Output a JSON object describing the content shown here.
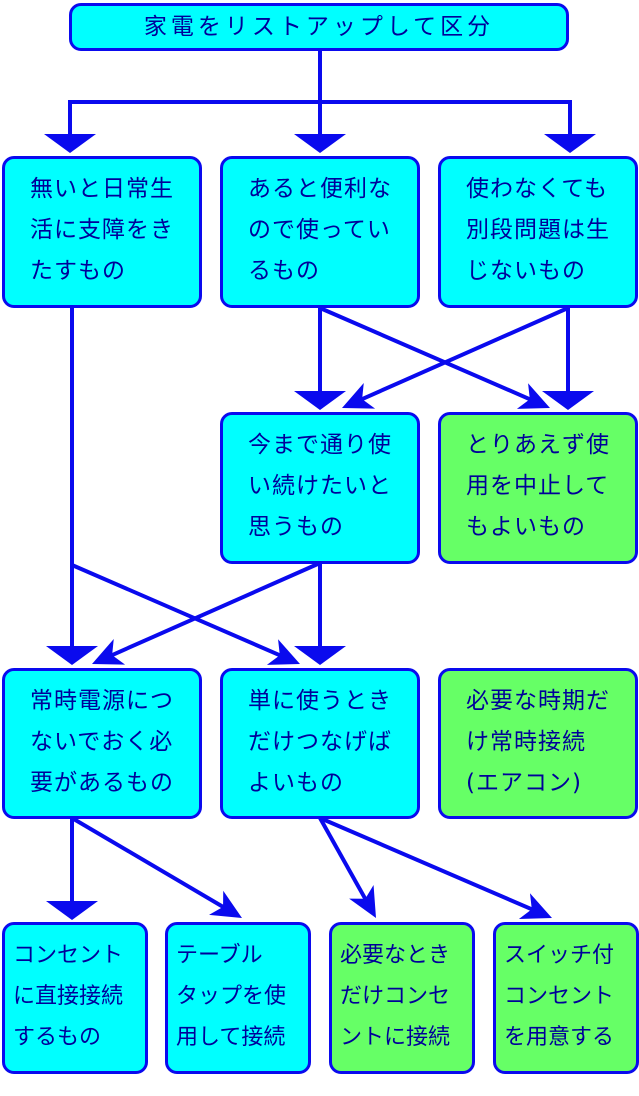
{
  "title": "家電をリストアップして区分",
  "colors": {
    "primary_fill": "#00ffff",
    "terminal_fill": "#66ff66",
    "border": "#0a0aee",
    "text": "#000099",
    "arrow": "#0a0aee"
  },
  "nodes": {
    "essential": {
      "lines": [
        "無いと日常生",
        "活に支障をき",
        "たすもの"
      ],
      "fill": "cyan"
    },
    "convenient": {
      "lines": [
        "あると便利な",
        "ので使ってい",
        "るもの"
      ],
      "fill": "cyan"
    },
    "unnecessary": {
      "lines": [
        "使わなくても",
        "別段問題は生",
        "じないもの"
      ],
      "fill": "cyan"
    },
    "keep_using": {
      "lines": [
        "今まで通り使",
        "い続けたいと",
        "思うもの"
      ],
      "fill": "cyan"
    },
    "stop_using": {
      "lines": [
        "とりあえず使",
        "用を中止して",
        "もよいもの"
      ],
      "fill": "green"
    },
    "always_on": {
      "lines": [
        "常時電源につ",
        "ないでおく必",
        "要があるもの"
      ],
      "fill": "cyan"
    },
    "on_demand": {
      "lines": [
        "単に使うとき",
        "だけつなげば",
        "よいもの"
      ],
      "fill": "cyan"
    },
    "seasonal": {
      "lines": [
        "必要な時期だ",
        "け常時接続",
        "(エアコン)"
      ],
      "fill": "green"
    },
    "direct_outlet": {
      "lines": [
        "コンセント",
        "に直接接続",
        "するもの"
      ],
      "fill": "cyan"
    },
    "power_strip": {
      "lines": [
        "テーブル",
        "タップを使",
        "用して接続"
      ],
      "fill": "cyan"
    },
    "plug_when_needed": {
      "lines": [
        "必要なとき",
        "だけコンセ",
        "ントに接続"
      ],
      "fill": "green"
    },
    "switched_outlet": {
      "lines": [
        "スイッチ付",
        "コンセント",
        "を用意する"
      ],
      "fill": "green"
    }
  },
  "edges": [
    [
      "title",
      "essential"
    ],
    [
      "title",
      "convenient"
    ],
    [
      "title",
      "unnecessary"
    ],
    [
      "convenient",
      "keep_using"
    ],
    [
      "convenient",
      "stop_using"
    ],
    [
      "unnecessary",
      "keep_using"
    ],
    [
      "unnecessary",
      "stop_using"
    ],
    [
      "essential",
      "always_on"
    ],
    [
      "essential",
      "on_demand"
    ],
    [
      "keep_using",
      "always_on"
    ],
    [
      "keep_using",
      "on_demand"
    ],
    [
      "always_on",
      "direct_outlet"
    ],
    [
      "always_on",
      "power_strip"
    ],
    [
      "on_demand",
      "plug_when_needed"
    ],
    [
      "on_demand",
      "switched_outlet"
    ]
  ]
}
